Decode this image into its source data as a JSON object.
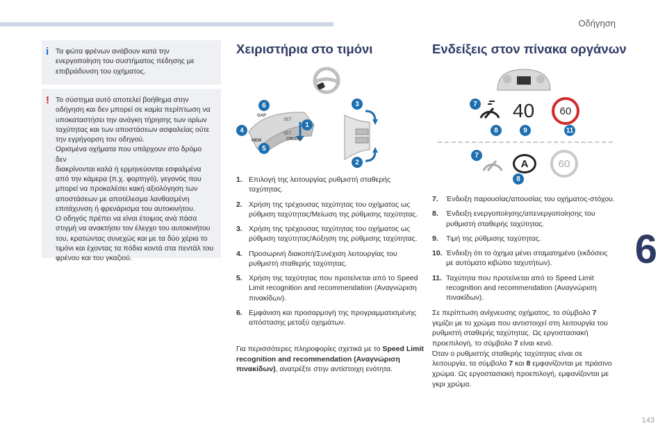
{
  "header": {
    "section": "Οδήγηση"
  },
  "chapter": {
    "number": "6"
  },
  "page": {
    "number": "143"
  },
  "notes": {
    "info": {
      "icon": "info-icon",
      "text": "Τα φώτα φρένων ανάβουν κατά την\nενεργοποίηση του συστήματος πέδησης με\nεπιβράδυνση του οχήματος."
    },
    "warning": {
      "icon": "warning-icon",
      "text": "Το σύστημα αυτό αποτελεί βοήθημα στην\nοδήγηση και δεν μπορεί σε καμία περίπτωση να\nυποκαταστήσει την ανάγκη τήρησης των ορίων\nταχύτητας και των αποστάσεων ασφαλείας ούτε\nτην εγρήγορση του οδηγού.\nΟρισμένα οχήματα που υπάρχουν στο δρόμο δεν\nδιακρίνονται καλά ή ερμηνεύονται εσφαλμένα\nαπό την κάμερα (π.χ. φορτηγό), γεγονός που\nμπορεί να προκαλέσει κακή αξιολόγηση των\nαποστάσεων με αποτέλεσμα λανθασμένη\nεπιτάχυνση ή φρενάρισμα του αυτοκινήτου.\nΟ οδηγός πρέπει να είναι έτοιμος ανά πάσα\nστιγμή να ανακτήσει τον έλεγχο του αυτοκινήτου\nτου, κρατώντας συνεχώς και με τα δύο χέρια το\nτιμόνι και έχοντας τα πόδια κοντά στα πεντάλ του\nφρένου και του γκαζιού."
    }
  },
  "left": {
    "heading": "Χειριστήρια στο τιμόνι",
    "stalk_labels": [
      "GAP",
      "SET",
      "SET",
      "MEM",
      "CRUISE"
    ],
    "callouts": [
      "1",
      "2",
      "3",
      "4",
      "5",
      "6"
    ],
    "items": [
      {
        "num": "1.",
        "text": "Επιλογή της λειτουργίας ρυθμιστή σταθερής ταχύτητας."
      },
      {
        "num": "2.",
        "text": "Χρήση της τρέχουσας ταχύτητας του οχήματος ως ρύθμιση ταχύτητας/Μείωση της ρύθμισης ταχύτητας."
      },
      {
        "num": "3.",
        "text": "Χρήση της τρέχουσας ταχύτητας του οχήματος ως ρύθμιση ταχύτητας/Αύξηση της ρύθμισης ταχύτητας."
      },
      {
        "num": "4.",
        "text": "Προσωρινή διακοπή/Συνέχιση λειτουργίας του ρυθμιστή σταθερής ταχύτητας."
      },
      {
        "num": "5.",
        "text": "Χρήση της ταχύτητας που προτείνεται από το Speed Limit recognition and recommendation (Αναγνώριση πινακίδων)."
      },
      {
        "num": "6.",
        "text": "Εμφάνιση και προσαρμογή της προγραμματισμένης απόστασης μεταξύ οχημάτων."
      }
    ],
    "para": {
      "before": "Για περισσότερες πληροφορίες σχετικά με το ",
      "bold": "Speed Limit recognition and recommendation (Αναγνώριση πινακίδων)",
      "after": ", ανατρέξτε στην αντίστοιχη ενότητα."
    }
  },
  "right": {
    "heading": "Ενδείξεις στον πίνακα οργάνων",
    "display": {
      "set_speed": "40",
      "sign_active": "60",
      "sign_inactive": "60",
      "auto_hold_symbol": "A"
    },
    "callouts_top": [
      "7",
      "8",
      "9",
      "11"
    ],
    "callouts_bottom": [
      "7",
      "8"
    ],
    "items": [
      {
        "num": "7.",
        "text": "Ένδειξη παρουσίας/απουσίας του οχήματος-στόχου."
      },
      {
        "num": "8.",
        "text": "Ένδειξη ενεργοποίησης/απενεργοποίησης του ρυθμιστή σταθερής ταχύτητας."
      },
      {
        "num": "9.",
        "text": "Τιμή της ρύθμισης ταχύτητας."
      },
      {
        "num": "10.",
        "text": "Ένδειξη ότι το όχημα μένει σταματημένο (εκδόσεις με αυτόματο κιβώτιο ταχυτήτων)."
      },
      {
        "num": "11.",
        "text": "Ταχύτητα που προτείνεται από το Speed Limit recognition and recommendation (Αναγνώριση πινακίδων)."
      }
    ],
    "para": {
      "p1_before": "Σε περίπτωση ανίχνευσης οχήματος, το σύμβολο ",
      "p1_b1": "7",
      "p1_mid": " γεμίζει με το χρώμα που αντιστοιχεί στη λειτουργία του ρυθμιστή σταθερής ταχύτητας. Ως εργοστασιακή προεπιλογή, το σύμβολο ",
      "p1_b2": "7",
      "p1_after": " είναι κενό.",
      "p2_before": "Όταν ο ρυθμιστής σταθερής ταχύτητας είναι σε λειτουργία, τα σύμβολα ",
      "p2_b1": "7",
      "p2_mid": " και ",
      "p2_b2": "8",
      "p2_after": " εμφανίζονται με πράσινο χρώμα. Ως εργοστασιακή προεπιλογή, εμφανίζονται με γκρι χρώμα."
    }
  },
  "colors": {
    "heading": "#2f3b64",
    "callout": "#1e6fb0",
    "sign_red": "#d12b2b",
    "info": "#1a6fd1",
    "warning": "#d11d1d"
  }
}
